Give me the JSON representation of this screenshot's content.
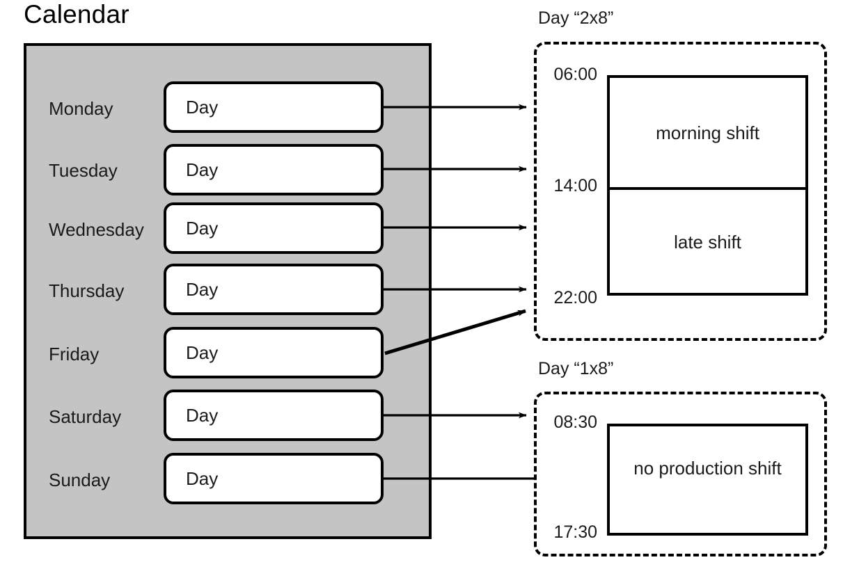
{
  "diagram": {
    "title": "Calendar",
    "calendar": {
      "day_box_label": "Day",
      "rows": [
        {
          "day": "Monday",
          "box_label": "Day"
        },
        {
          "day": "Tuesday",
          "box_label": "Day"
        },
        {
          "day": "Wednesday",
          "box_label": "Day"
        },
        {
          "day": "Thursday",
          "box_label": "Day"
        },
        {
          "day": "Friday",
          "box_label": "Day"
        },
        {
          "day": "Saturday",
          "box_label": "Day"
        },
        {
          "day": "Sunday",
          "box_label": "Day"
        }
      ]
    },
    "models": [
      {
        "caption": "Day “2x8”",
        "start_time": "06:00",
        "mid_time": "14:00",
        "end_time": "22:00",
        "shifts": [
          {
            "name": "morning shift"
          },
          {
            "name": "late shift"
          }
        ]
      },
      {
        "caption": "Day “1x8”",
        "start_time": "08:30",
        "end_time": "17:30",
        "shifts": [
          {
            "name": "no production shift"
          }
        ]
      }
    ],
    "colors": {
      "calendar_fill": "#c4c4c4",
      "outline": "#000000",
      "box_fill": "#ffffff",
      "text": "#1a1a1a"
    }
  }
}
